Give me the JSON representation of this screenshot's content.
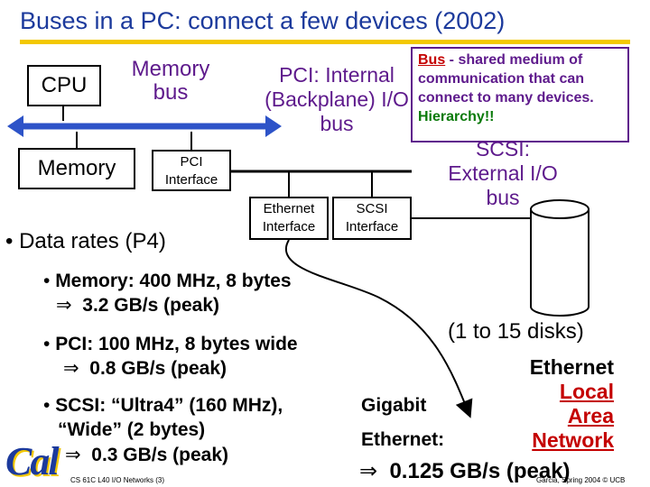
{
  "title": "Buses in a PC: connect a few devices (2002)",
  "cpu_label": "CPU",
  "memory_bus_label": "Memory bus",
  "memory_label": "Memory",
  "pci_interface_label": "PCI Interface",
  "pci_bus_label": "PCI: Internal (Backplane) I/O bus",
  "callout": {
    "term": "Bus",
    "text": " - shared medium of communication that can connect to many devices.",
    "hierarchy": "Hierarchy!!"
  },
  "scsi_bus_label": "SCSI: External I/O bus",
  "ethernet_interface_label": "Ethernet Interface",
  "scsi_interface_label": "SCSI Interface",
  "data_rates_heading": "Data rates (P4)",
  "memory_rate": {
    "line1": "Memory: 400 MHz, 8 bytes",
    "line2": "3.2 GB/s (peak)"
  },
  "pci_rate": {
    "line1": "PCI: 100 MHz, 8 bytes wide",
    "line2": "0.8 GB/s (peak)"
  },
  "scsi_rate": {
    "line1": "SCSI: “Ultra4” (160 MHz),",
    "line2": "“Wide” (2 bytes)",
    "line3": "0.3 GB/s (peak)"
  },
  "disks_label": "(1 to 15 disks)",
  "lan_label": {
    "line1": "Ethernet",
    "line2": "Local",
    "line3": "Area",
    "line4": "Network"
  },
  "gigabit_label": "Gigabit",
  "ethernet_rate": {
    "label": "Ethernet:",
    "value": "0.125 GB/s (peak)"
  },
  "footer_left": "CS 61C L40 I/O Networks (3)",
  "footer_right": "Garcia, Spring 2004 © UCB",
  "implies_symbol": "⇒",
  "logo_text": "Cal",
  "colors": {
    "title": "#1c3a9c",
    "accent": "#f3c800",
    "purple": "#5e1a8c",
    "red": "#c40000"
  }
}
